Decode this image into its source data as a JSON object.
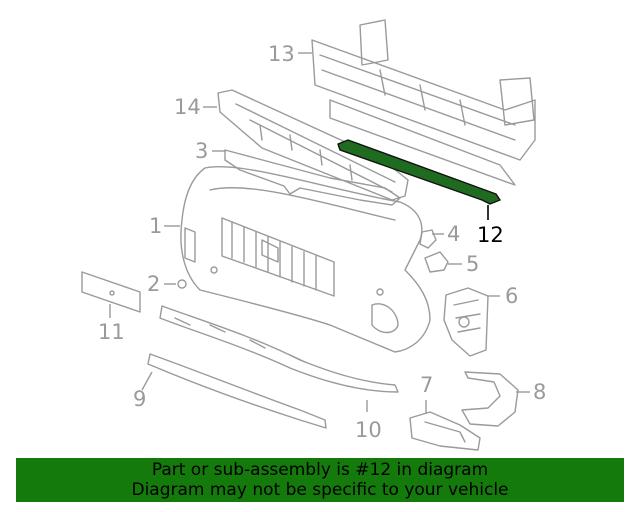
{
  "callouts": {
    "c1": "1",
    "c2": "2",
    "c3": "3",
    "c4": "4",
    "c5": "5",
    "c6": "6",
    "c7": "7",
    "c8": "8",
    "c9": "9",
    "c10": "10",
    "c11": "11",
    "c12": "12",
    "c13": "13",
    "c14": "14"
  },
  "highlighted_part": "12",
  "colors": {
    "highlight": "#1f6b1f",
    "banner": "#157a0c",
    "line": "#9a9a9a"
  },
  "banner": {
    "line1": "Part or sub-assembly is #12 in diagram",
    "line2": "Diagram may not be specific to your vehicle"
  }
}
